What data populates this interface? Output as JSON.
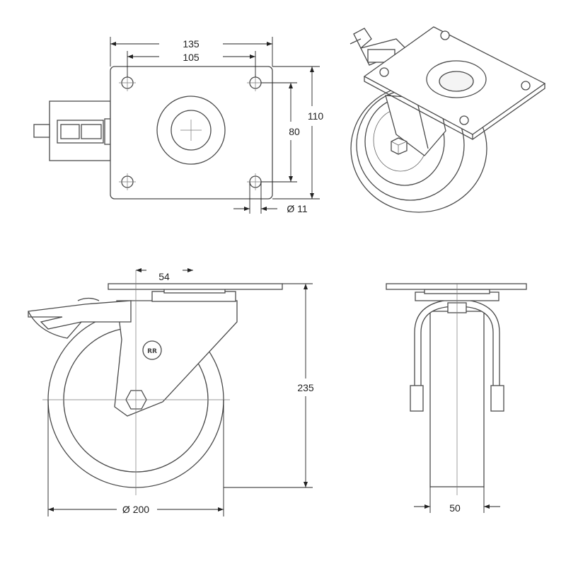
{
  "dimensions": {
    "plate_width": "135",
    "hole_spacing_x": "105",
    "plate_height": "110",
    "hole_spacing_y": "80",
    "hole_diameter": "Ø 11",
    "offset": "54",
    "overall_height": "235",
    "wheel_diameter": "Ø 200",
    "wheel_width": "50"
  },
  "brand_mark": "RR",
  "colors": {
    "line": "#4a4a4a",
    "dimension": "#222222",
    "fill": "#f4f4f4"
  }
}
